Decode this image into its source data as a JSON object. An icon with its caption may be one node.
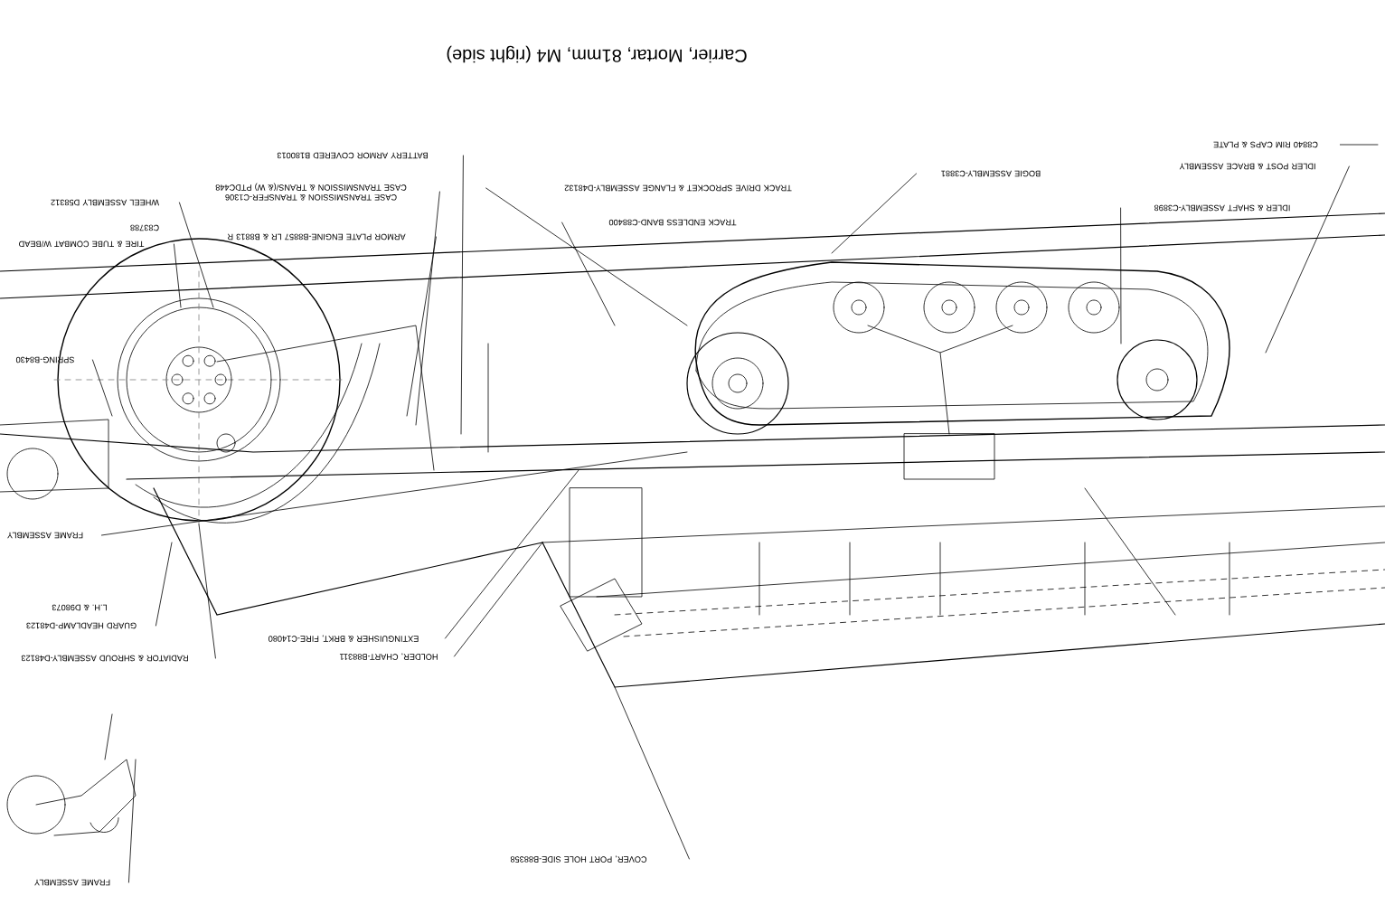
{
  "diagram": {
    "title": "Carrier, Mortar, 81mm, M4 (right side)",
    "nodes": [
      {
        "text": [
          "BATTERY ARMOR COVERED B180013"
        ]
      },
      {
        "text": [
          "CASE TRANSMISSION & TRANSFER-C1306 CASE TRANSMISSION & TRANS/(& W) PTDC448"
        ]
      },
      {
        "text": [
          "ARMOR PLATE ENGINE-B8857 LR & B8813 R"
        ]
      },
      {
        "text": [
          "WHEEL ASSEMBLY D58312"
        ]
      },
      {
        "text": [
          "C83788"
        ]
      },
      {
        "text": [
          "TIRE & TUBE COMBAT W/BEAD"
        ]
      },
      {
        "text": [
          "SPRING-B8430"
        ]
      },
      {
        "text": [
          "TRACK DRIVE SPROCKET & FLANGE ASSEMBLY-D48132"
        ]
      },
      {
        "text": [
          "TRACK ENDLESS BAND-C88400"
        ]
      },
      {
        "text": [
          "BOGIE ASSEMBLY-C3881"
        ]
      },
      {
        "text": [
          "C8840 RIM CAPS & PLATE"
        ]
      },
      {
        "text": [
          "IDLER POST & BRACE ASSEMBLY"
        ]
      },
      {
        "text": [
          "IDLER & SHAFT ASSEMBLY-C3898"
        ]
      },
      {
        "text": [
          "FRAME ASSEMBLY"
        ]
      },
      {
        "text": [
          "L.H. & D98073"
        ]
      },
      {
        "text": [
          "GUARD HEADLAMP-D48123"
        ]
      },
      {
        "text": [
          "RADIATOR & SHROUD ASSEMBLY-D48123"
        ]
      },
      {
        "text": [
          "EXTINGUISHER & BRKT, FIRE-C14080"
        ]
      },
      {
        "text": [
          "HOLDER, CHART-B88311"
        ]
      },
      {
        "text": [
          "COVER, PORT HOLE SIDE-B88358"
        ]
      },
      {
        "text": [
          "FRAME ASSEMBLY"
        ]
      }
    ],
    "edges": [
      {
        "from": 0,
        "to": null,
        "arrow": "none"
      },
      {
        "from": 1,
        "to": null,
        "arrow": "none"
      },
      {
        "from": 2,
        "to": null,
        "arrow": "none"
      },
      {
        "from": 3,
        "to": null,
        "arrow": "none"
      },
      {
        "from": 5,
        "to": null,
        "arrow": "none"
      },
      {
        "from": 6,
        "to": null,
        "arrow": "none"
      },
      {
        "from": 7,
        "to": null,
        "arrow": "none"
      },
      {
        "from": 8,
        "to": null,
        "arrow": "none"
      },
      {
        "from": 9,
        "to": null,
        "arrow": "none"
      },
      {
        "from": 10,
        "to": null,
        "arrow": "none"
      },
      {
        "from": 12,
        "to": null,
        "arrow": "none"
      },
      {
        "from": 11,
        "to": null,
        "arrow": "none"
      },
      {
        "from": 13,
        "to": null,
        "arrow": "none"
      },
      {
        "from": 15,
        "to": null,
        "arrow": "none"
      },
      {
        "from": 16,
        "to": null,
        "arrow": "none"
      },
      {
        "from": 17,
        "to": null,
        "arrow": "none"
      },
      {
        "from": 18,
        "to": null,
        "arrow": "none"
      },
      {
        "from": 19,
        "to": null,
        "arrow": "none"
      },
      {
        "from": 20,
        "to": null,
        "arrow": "none"
      }
    ]
  }
}
